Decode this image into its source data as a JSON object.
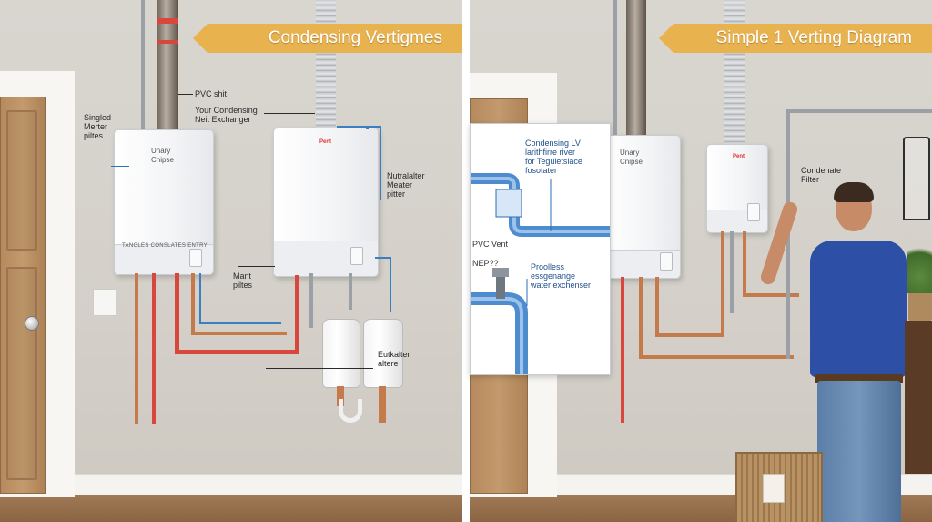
{
  "left_panel": {
    "banner": "Condensing Vertigmes",
    "labels": {
      "single_meter": "Singled\nMerter\npiltes",
      "pvc_shit": "PVC shit",
      "condensing_exchanger": "Your Condensing\nNeit Exchanger",
      "unit_label": "Unary\nCnipse",
      "unit_bottom_text": "TANGLES CONSLATES ENTRY",
      "nutralizer": "Nutralalter\nMeater\npitter",
      "mant_piltes": "Mant\npiltes",
      "eutkalter": "Eutkalter\naltere",
      "brand": "Pent"
    }
  },
  "right_panel": {
    "banner": "Simple 1 Verting Diagram",
    "labels": {
      "unit_label": "Unary\nCnipse",
      "condensate_filter": "Condenate\nFilter",
      "brand": "Pent"
    },
    "inset": {
      "title": "Condensing LV\nlarithfirre river\nfor Teguletslace\nfosotater",
      "pvc_vent": "PVC Vent",
      "neps": "NEP??",
      "process_exchanger": "Proolless\nessgenange\nwater exchenser"
    }
  },
  "colors": {
    "banner": "#e8b24f",
    "hot_pipe": "#d9463b",
    "cold_pipe": "#3a7fc2",
    "copper": "#c57a4b",
    "wall": "#d6d2cb"
  }
}
